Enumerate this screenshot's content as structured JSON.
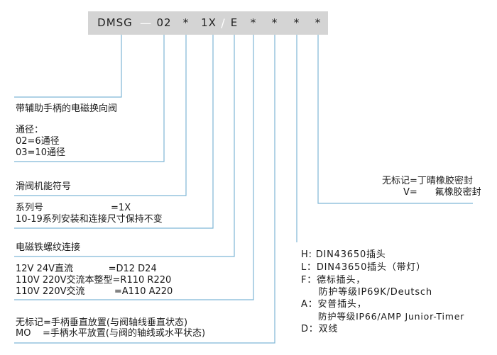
{
  "code": {
    "seg_dmsg": "DMSG",
    "seg_02": "02",
    "seg_star1": "*",
    "seg_1x": "1X",
    "seg_e": "E",
    "seg_star2": "*",
    "seg_star3": "*",
    "seg_star4": "*",
    "seg_star5": "*",
    "sep_dash": "—",
    "sep_slash": "/"
  },
  "desc": {
    "valve_type": "带辅助手柄的电磁换向阀",
    "bore_title": "通径：",
    "bore_02": "02=6通径",
    "bore_03": "03=10通径",
    "spool": "滑阀机能符号",
    "series_1": "系列号                       =1X",
    "series_2": "10-19系列安装和连接尺寸保持不变",
    "solenoid": "电磁铁螺纹连接",
    "voltage_1": "12V 24V直流            =D12 D24",
    "voltage_2": "110V 220V交流本整型=R110 R220",
    "voltage_3": "110V 220V交流          =A110 A220",
    "handle_1": "无标记=手柄垂直放置(与阀轴线垂直状态)",
    "handle_2": "MO    =手柄水平放置(与阀的轴线或水平状态)",
    "seal_1": "无标记=丁晴橡胶密封",
    "seal_2": "V=      氟橡胶密封",
    "conn_h": "H: DIN43650插头",
    "conn_l": "L：DIN43650插头（带灯）",
    "conn_f1": "F：德标插头，",
    "conn_f2": "     防护等级IP69K/Deutsch",
    "conn_a1": "A：安普插头，",
    "conn_a2": "     防护等级IP66/AMP Junior-Timer",
    "conn_d": "D：双线"
  }
}
